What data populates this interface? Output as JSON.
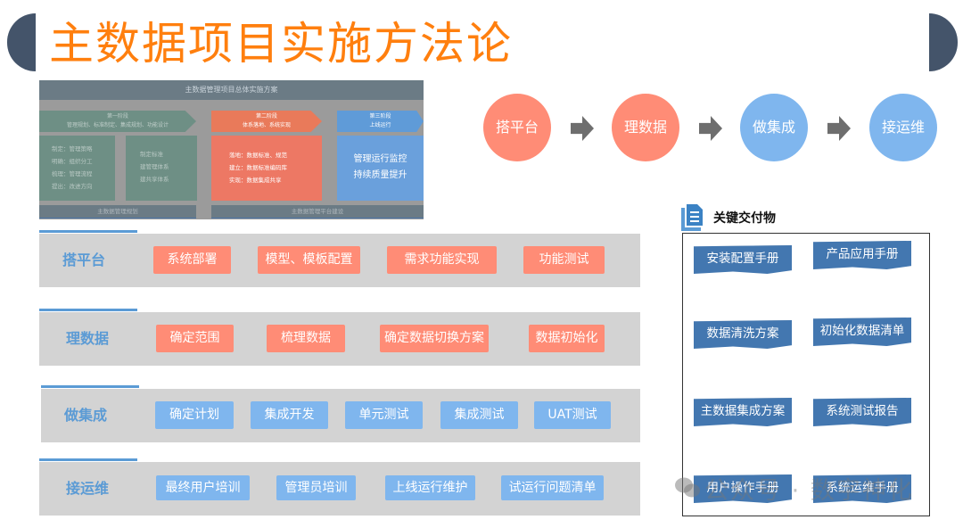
{
  "page": {
    "title": "主数据项目实施方法论",
    "accent_color": "#ff7f0e",
    "decor_color": "#44546a"
  },
  "overview": {
    "header": "主数据管理项目总体实施方案",
    "stages": [
      {
        "name": "第一阶段",
        "desc": "管理规划、标准制定、集成规划、功能设计"
      },
      {
        "name": "第二阶段",
        "desc": "体系落地、系统实现"
      },
      {
        "name": "第三阶段",
        "desc": "上线运行"
      }
    ],
    "stage1_left": [
      "制定：管理策略",
      "明确：组织分工",
      "梳理：管理流程",
      "提出：改进方向"
    ],
    "stage1_right": [
      "制定标准",
      "建管理体系",
      "建共享体系"
    ],
    "stage2_items": [
      "落地：数据标准、规范",
      "建立：数据标准编码库",
      "实现：数据集成共享"
    ],
    "stage3_items": [
      "管理运行监控",
      "持续质量提升"
    ],
    "footers": [
      "主数据管理规划",
      "主数据管理平台建设"
    ]
  },
  "flow": {
    "steps": [
      "搭平台",
      "理数据",
      "做集成",
      "接运维"
    ],
    "colors": [
      "#ff8c76",
      "#ff8c76",
      "#7fb6ee",
      "#7fb6ee"
    ]
  },
  "phases": [
    {
      "label": "搭平台",
      "color": "#ff8c76",
      "tasks": [
        "系统部署",
        "模型、模板配置",
        "需求功能实现",
        "功能测试"
      ]
    },
    {
      "label": "理数据",
      "color": "#ff8c76",
      "tasks": [
        "确定范围",
        "梳理数据",
        "确定数据切换方案",
        "数据初始化"
      ]
    },
    {
      "label": "做集成",
      "color": "#7fb6ee",
      "tasks": [
        "确定计划",
        "集成开发",
        "单元测试",
        "集成测试",
        "UAT测试"
      ]
    },
    {
      "label": "接运维",
      "color": "#7fb6ee",
      "tasks": [
        "最终用户培训",
        "管理员培训",
        "上线运行维护",
        "试运行问题清单"
      ]
    }
  ],
  "deliverables": {
    "title": "关键交付物",
    "icon": "document-icon",
    "items": [
      "安装配置手册",
      "产品应用手册",
      "数据清洗方案",
      "初始化数据清单",
      "主数据集成方案",
      "系统测试报告",
      "用户操作手册",
      "系统运维手册"
    ]
  },
  "watermark": {
    "text": "公众号 · 数字神化",
    "icon": "wechat-icon"
  }
}
